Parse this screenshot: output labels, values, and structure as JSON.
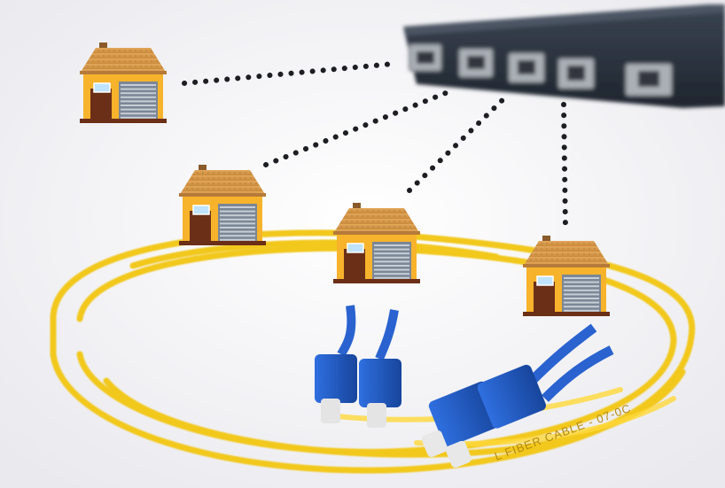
{
  "scene": {
    "houses": [
      {
        "id": "house-1"
      },
      {
        "id": "house-2"
      },
      {
        "id": "house-3"
      },
      {
        "id": "house-4"
      }
    ],
    "cable_print": "L FIBER CABLE - 07-0C",
    "colors": {
      "background": "#f4f4f6",
      "house_wall": "#f7b32b",
      "house_roof": "#d79a4a",
      "house_roof_dark": "#8a5a2b",
      "door": "#6b2f17",
      "garage": "#7b8796",
      "cable": "#f2c81a",
      "connector": "#1f5bc6",
      "switch_body": "#2c3440",
      "dots": "#1c1e22"
    }
  }
}
